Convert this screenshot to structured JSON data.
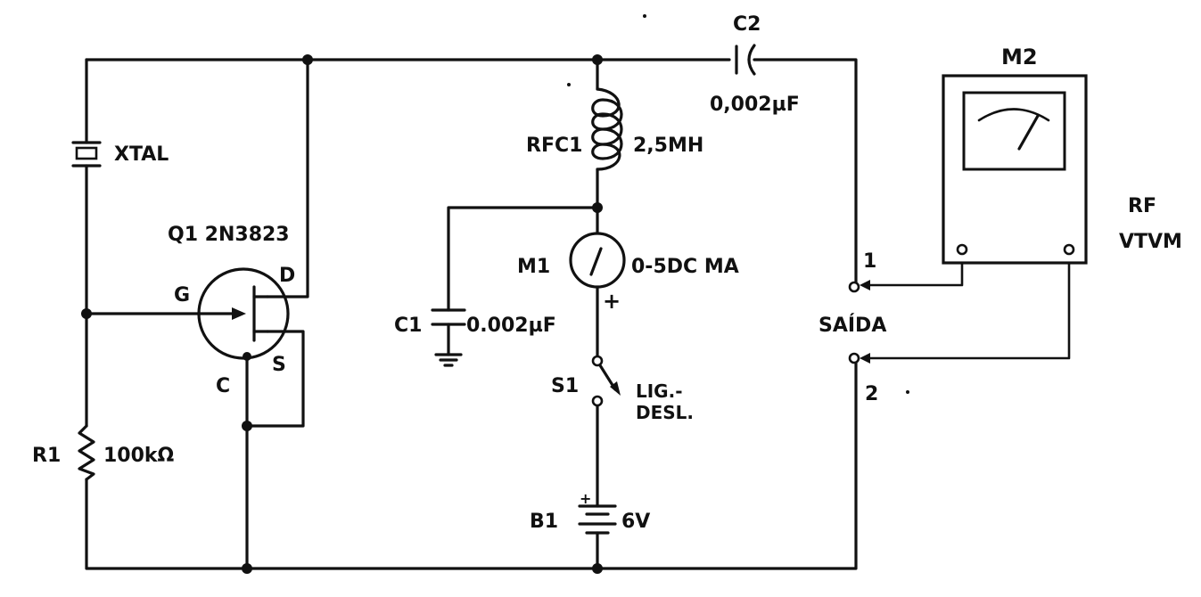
{
  "labels": {
    "c2": "C2",
    "c2_value": "0,002µF",
    "m2": "M2",
    "rf": "RF",
    "vtvm": "VTVM",
    "xtal": "XTAL",
    "rfc1": "RFC1",
    "rfc1_value": "2,5MH",
    "q1": "Q1 2N3823",
    "m1": "M1",
    "m1_value": "0-5DC MA",
    "plus": "+",
    "g": "G",
    "d": "D",
    "c": "C",
    "s": "S",
    "c1": "C1",
    "c1_value": "0.002µF",
    "saida": "SAÍDA",
    "terminal1": "1",
    "terminal2": "2",
    "s1": "S1",
    "lig": "LIG.-",
    "desl": "DESL.",
    "r1": "R1",
    "r1_value": "100kΩ",
    "b1": "B1",
    "b1_value": "6V"
  }
}
